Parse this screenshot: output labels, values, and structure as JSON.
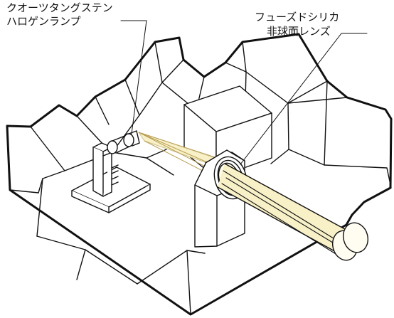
{
  "labels": {
    "lamp_line1": "クオーツタングステン",
    "lamp_line2": "ハロゲンランプ",
    "lens_line1": "フューズドシリカ",
    "lens_line2": "非球面レンズ"
  },
  "colors": {
    "beam": "#f8f0c7",
    "beam_edge": "#cfc08b",
    "outline": "#111111",
    "background": "#ffffff"
  }
}
